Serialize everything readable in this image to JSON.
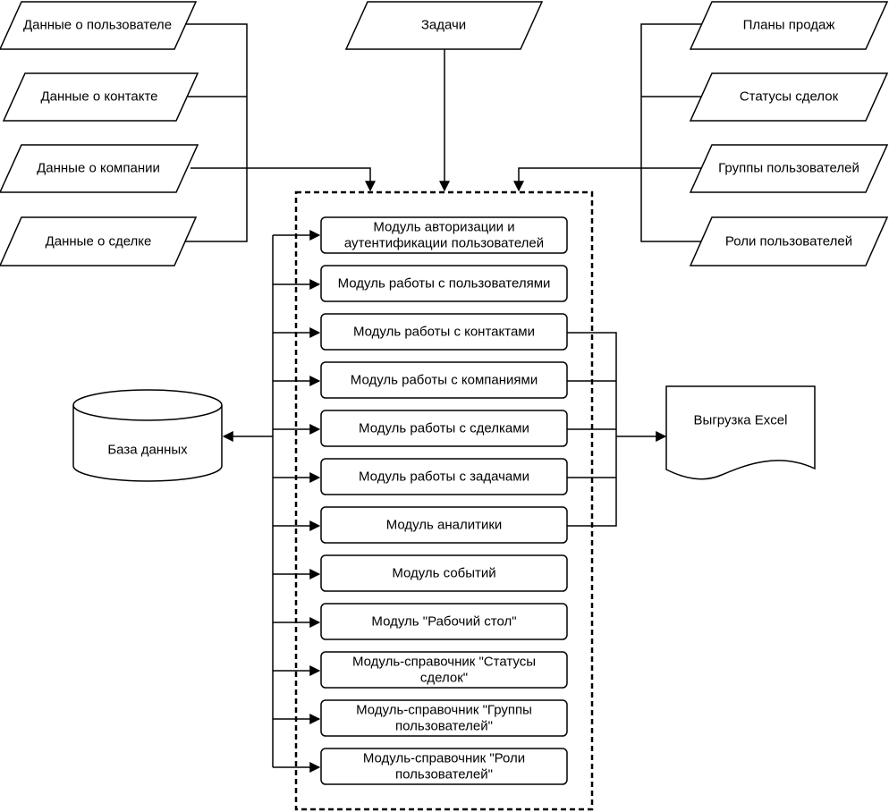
{
  "inputs_left": [
    "Данные о пользователе",
    "Данные о контакте",
    "Данные о компании",
    "Данные о сделке"
  ],
  "input_top": "Задачи",
  "inputs_right": [
    "Планы продаж",
    "Статусы сделок",
    "Группы пользователей",
    "Роли пользователей"
  ],
  "modules": [
    [
      "Модуль авторизации и",
      "аутентификации пользователей"
    ],
    [
      "Модуль работы с пользователями"
    ],
    [
      "Модуль работы с контактами"
    ],
    [
      "Модуль работы с компаниями"
    ],
    [
      "Модуль работы с сделками"
    ],
    [
      "Модуль работы с задачами"
    ],
    [
      "Модуль аналитики"
    ],
    [
      "Модуль событий"
    ],
    [
      "Модуль \"Рабочий стол\""
    ],
    [
      "Модуль-справочник \"Статусы",
      "сделок\""
    ],
    [
      "Модуль-справочник \"Группы",
      "пользователей\""
    ],
    [
      "Модуль-справочник \"Роли",
      "пользователей\""
    ]
  ],
  "database": "База данных",
  "export": "Выгрузка Excel"
}
